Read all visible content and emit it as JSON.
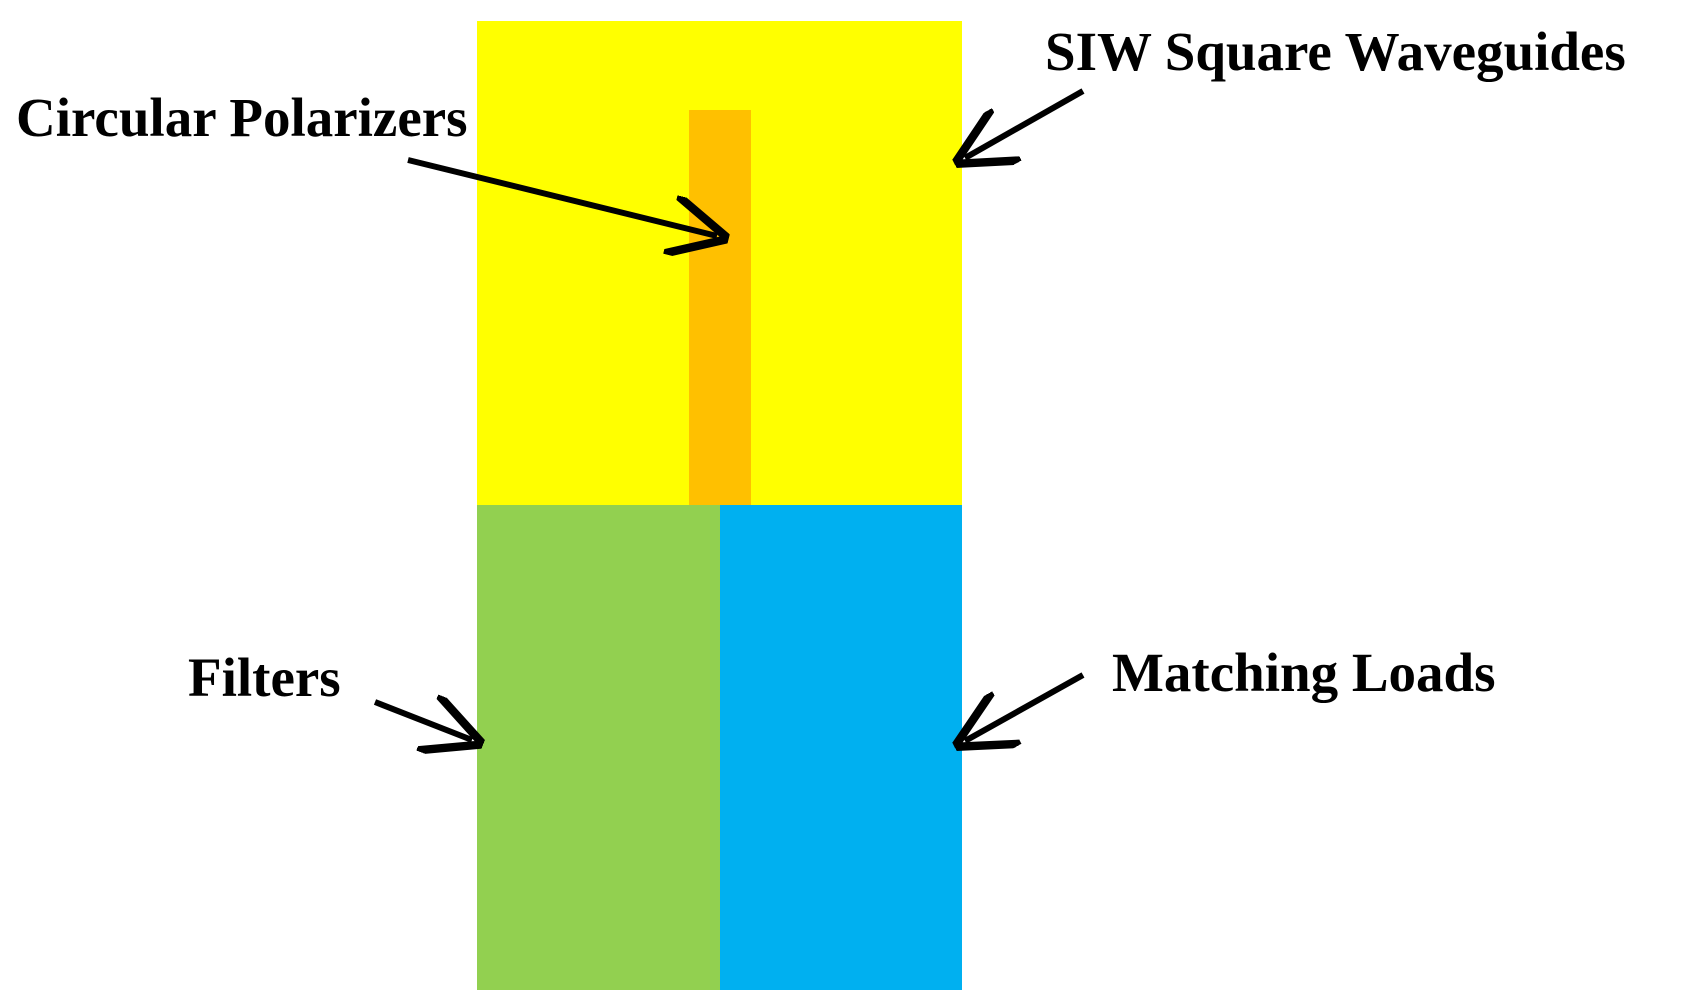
{
  "labels": {
    "siw_square_waveguides": "SIW Square Waveguides",
    "circular_polarizers": "Circular Polarizers",
    "filters": "Filters",
    "matching_loads": "Matching Loads"
  },
  "colors": {
    "waveguide_section": "#ffff00",
    "polarizer_strip": "#ffc000",
    "filter_section": "#92d050",
    "matching_load_section": "#00b0f0",
    "arrows": "#000000",
    "background": "#ffffff"
  }
}
